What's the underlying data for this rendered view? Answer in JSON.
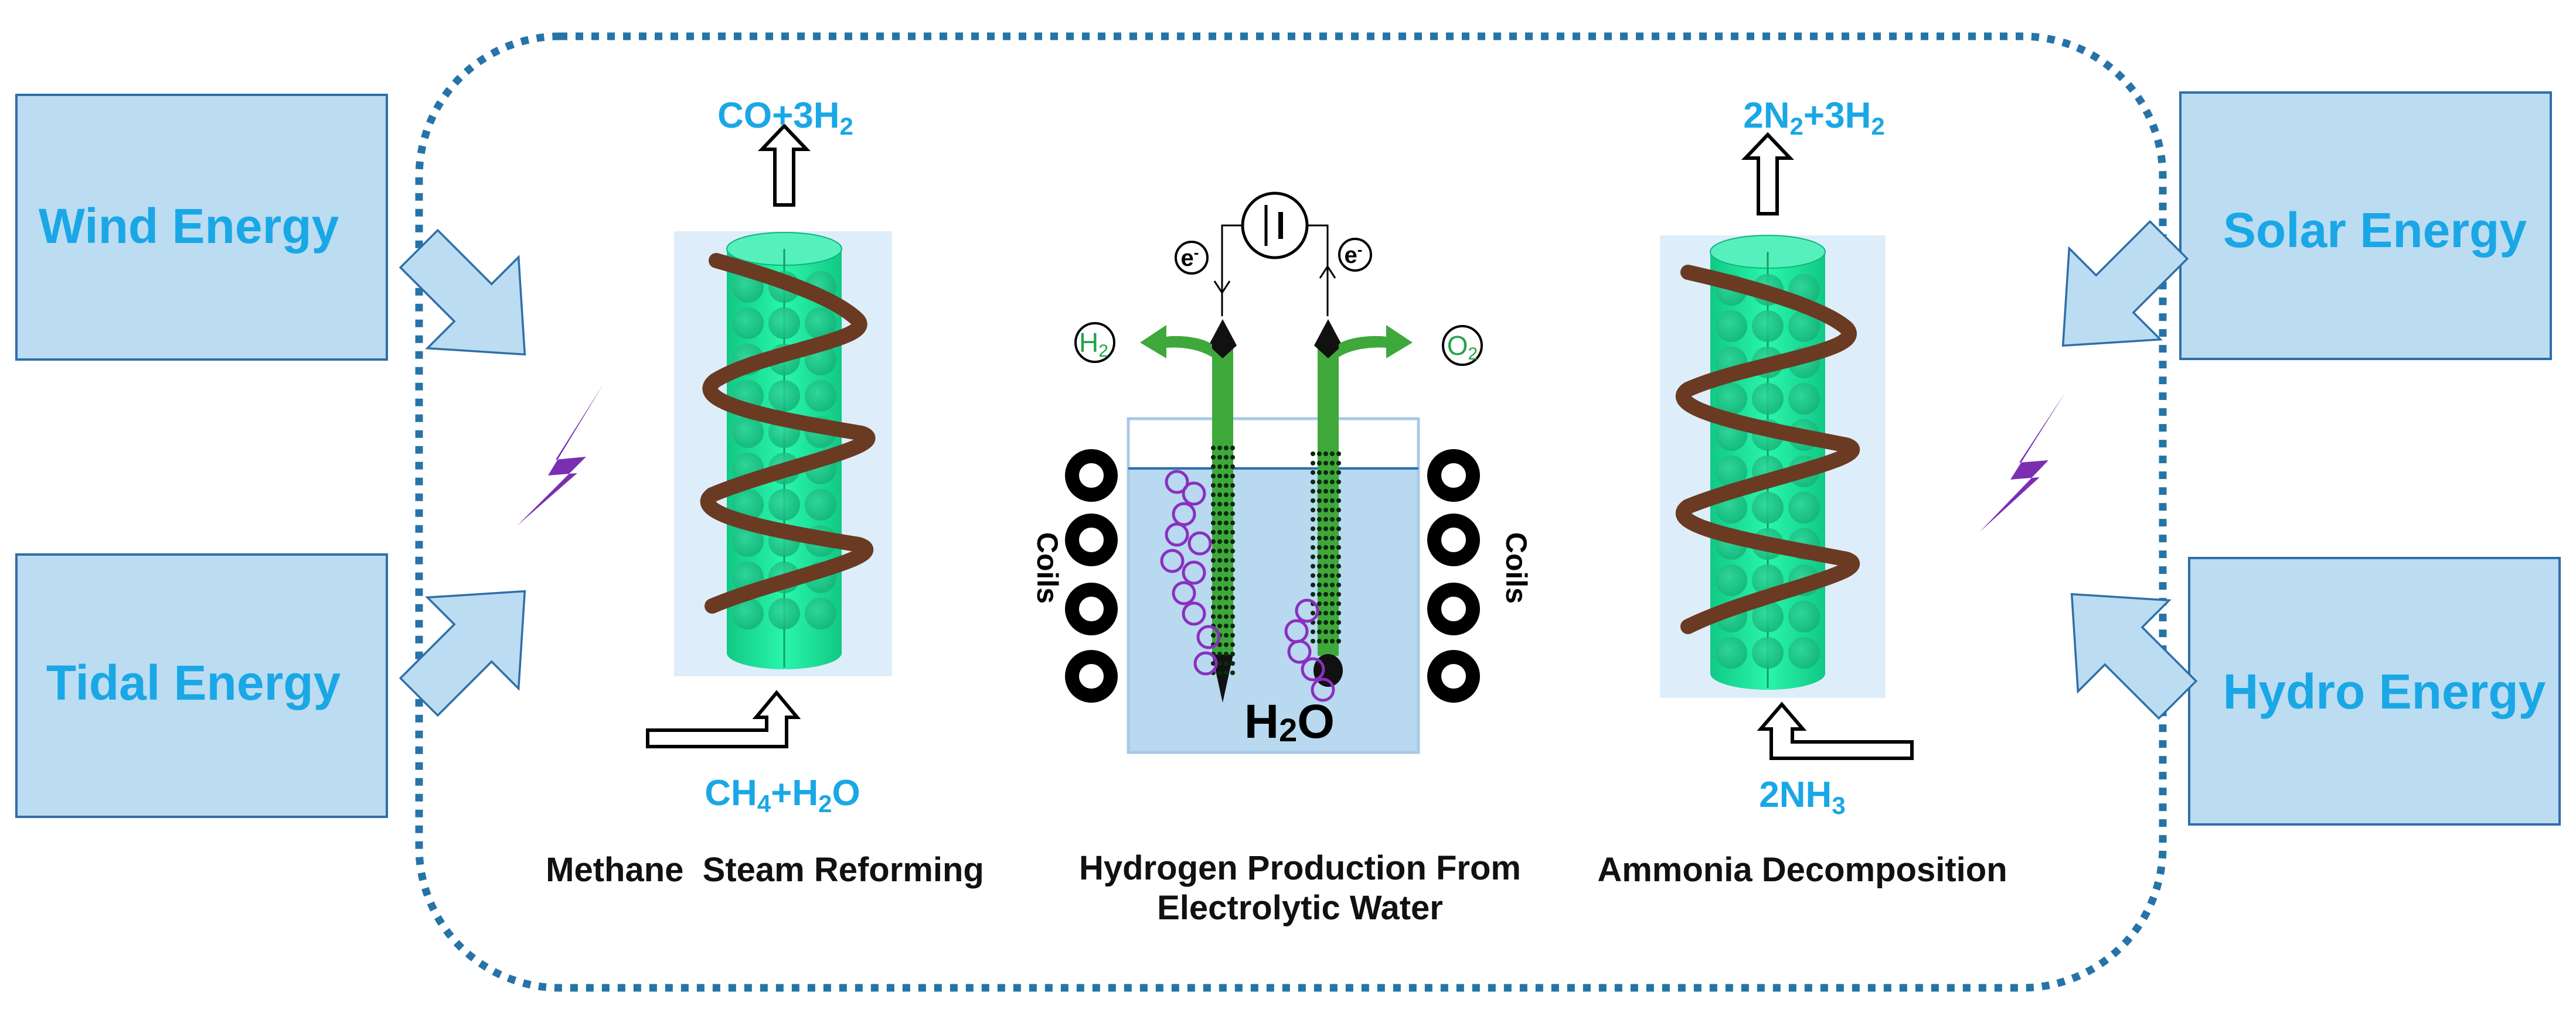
{
  "sources": {
    "wind": "Wind Energy",
    "tidal": "Tidal Energy",
    "solar": "Solar Energy",
    "hydro": "Hydro Energy"
  },
  "methane_reforming": {
    "product_prefix": "CO+3H",
    "product_sub": "2",
    "input_p1": "CH",
    "input_s1": "4",
    "input_p2": "+H",
    "input_s2": "2",
    "input_p3": "O",
    "caption": "Methane  Steam Reforming"
  },
  "electrolysis": {
    "caption_line1": "Hydrogen Production From",
    "caption_line2": "Electrolytic Water",
    "water_prefix": "H",
    "water_sub": "2",
    "water_suffix": "O",
    "h2_prefix": "H",
    "h2_sub": "2",
    "o2_prefix": "O",
    "o2_sub": "2",
    "electron": "e",
    "electron_sup": "-",
    "coils_left": "Coils",
    "coils_right": "Coils"
  },
  "ammonia_decomposition": {
    "product_p1": "2N",
    "product_s1": "2",
    "product_p2": "+3H",
    "product_s2": "2",
    "input_prefix": "2NH",
    "input_sub": "3",
    "caption": "Ammonia Decomposition"
  },
  "colors": {
    "label_blue": "#1aa7e6",
    "box_fill": "#bcdcf2",
    "box_stroke": "#2e6fa8",
    "dotted_border": "#2673a8",
    "reactor_green": "#1ee59a",
    "coil_brown": "#6b3a22",
    "electrode_green": "#3fa83a",
    "lightning_purple": "#7b2fb0",
    "water_blue": "#b8d9f0"
  }
}
